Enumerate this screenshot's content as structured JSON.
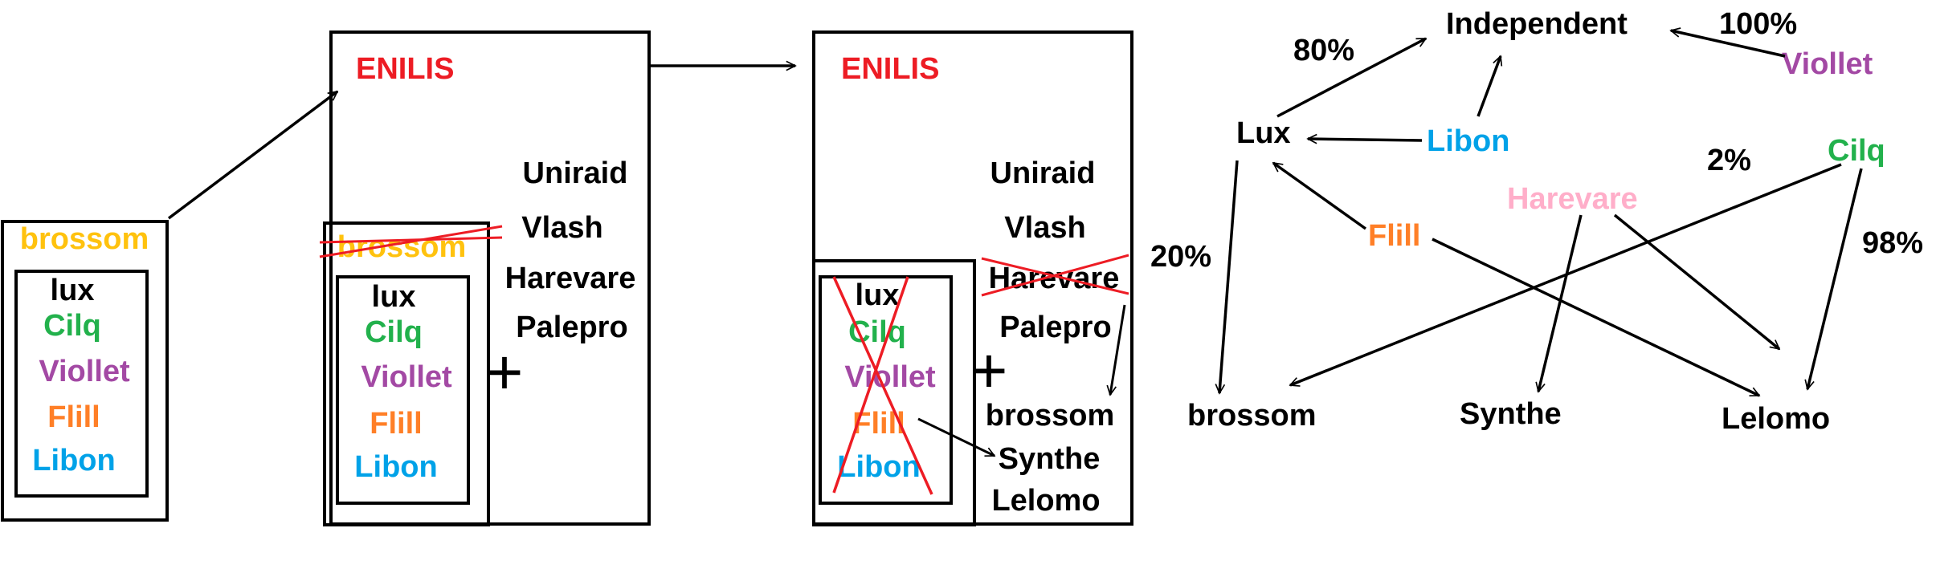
{
  "colors": {
    "ink": "#000000",
    "red": "#ed1c24",
    "yellow": "#ffc20e",
    "green": "#22b14c",
    "purple": "#a349a4",
    "orange": "#ff7f27",
    "blue": "#00a2e8",
    "pink": "#ffaec9"
  },
  "stage1": {
    "outer_label": "brossom",
    "inner_items": [
      "lux",
      "Cilq",
      "Viollet",
      "Flill",
      "Libon"
    ]
  },
  "stage2": {
    "title": "ENILIS",
    "struck_label": "brossom",
    "inner_items": [
      "lux",
      "Cilq",
      "Viollet",
      "Flill",
      "Libon"
    ],
    "plus": "+",
    "right_items": [
      "Uniraid",
      "Vlash",
      "Harevare",
      "Palepro"
    ]
  },
  "stage3": {
    "title": "ENILIS",
    "inner_items": [
      "lux",
      "Cilq",
      "Viollet",
      "Flill",
      "Libon"
    ],
    "plus": "+",
    "right_items": [
      "Uniraid",
      "Vlash",
      "Harevare",
      "Palepro"
    ],
    "added_items": [
      "brossom",
      "Synthe",
      "Lelomo"
    ]
  },
  "graph": {
    "nodes": {
      "independent": "Independent",
      "viollet": "Viollet",
      "lux": "Lux",
      "libon": "Libon",
      "harevare": "Harevare",
      "cilq": "Cilq",
      "flill": "Flill",
      "brossom": "brossom",
      "synthe": "Synthe",
      "lelomo": "Lelomo"
    },
    "edge_labels": {
      "lux_independent": "80%",
      "viollet_independent": "100%",
      "lux_brossom": "20%",
      "cilq_brossom": "2%",
      "cilq_lelomo": "98%"
    }
  }
}
